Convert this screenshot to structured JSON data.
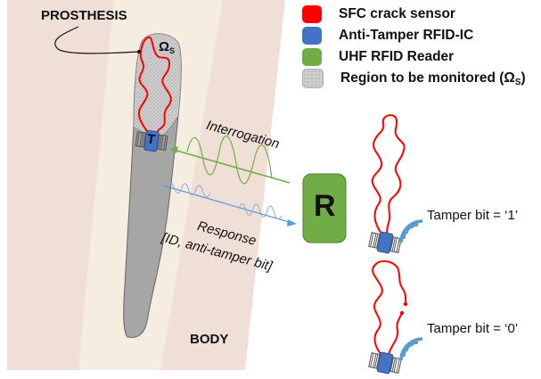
{
  "legend": {
    "items": [
      {
        "label": "SFC crack sensor",
        "color": "#ff0000",
        "key": "sfc-crack-sensor"
      },
      {
        "label": "Anti-Tamper RFID-IC",
        "color": "#4472c4",
        "key": "anti-tamper-rfid-ic"
      },
      {
        "label": "UHF RFID Reader",
        "color": "#70ad47",
        "key": "uhf-rfid-reader"
      },
      {
        "label": "Region to be monitored (Ω",
        "subscript": "S",
        "suffix": ")",
        "color": "#c8c8c8",
        "key": "region-monitored"
      }
    ]
  },
  "labels": {
    "prosthesis": "PROSTHESIS",
    "omega": "Ω",
    "omega_sub": "S",
    "tag_letter": "T",
    "reader_letter": "R",
    "interrogation": "Interrogation",
    "response_line1": "Response",
    "response_line2": "[ID, anti-tamper bit]",
    "body": "BODY",
    "tamper_bit_1": "Tamper bit = ‘1’",
    "tamper_bit_0": "Tamper bit = ‘0’"
  },
  "colors": {
    "tissue": "#efdfd6",
    "bone": "#f4ede0",
    "prosthesis": "#a6a6a6",
    "sensor": "#ff0000",
    "tag": "#4472c4",
    "reader": "#70ad47",
    "wave_interrogation": "#70ad47",
    "wave_response": "#5b9bd5"
  }
}
